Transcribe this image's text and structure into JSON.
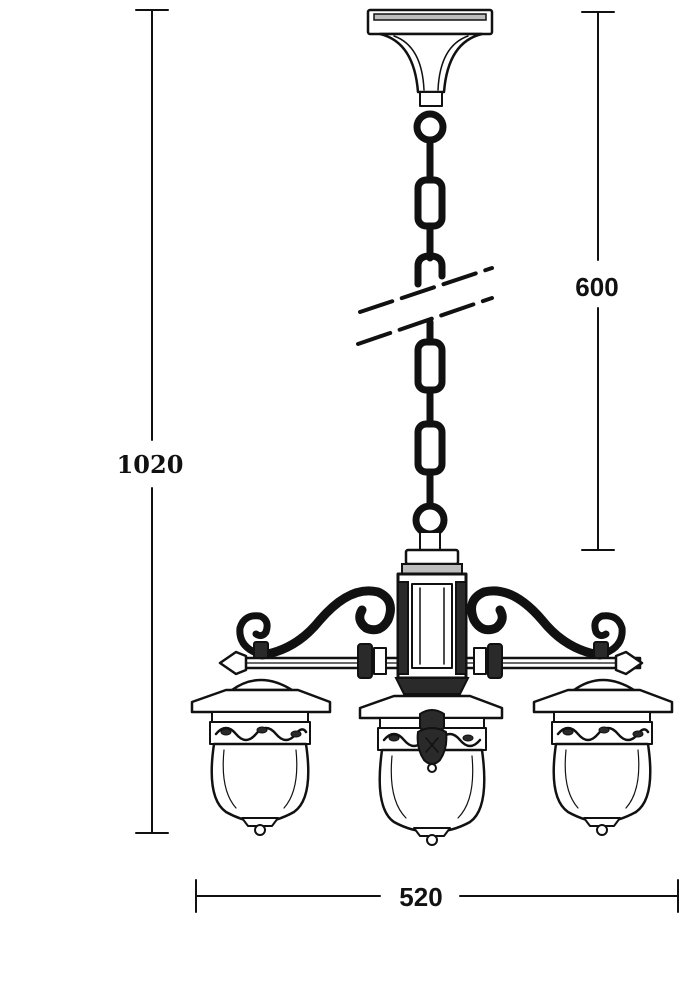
{
  "dimensions": {
    "overall_height": "1020",
    "chain_length": "600",
    "overall_width": "520"
  }
}
